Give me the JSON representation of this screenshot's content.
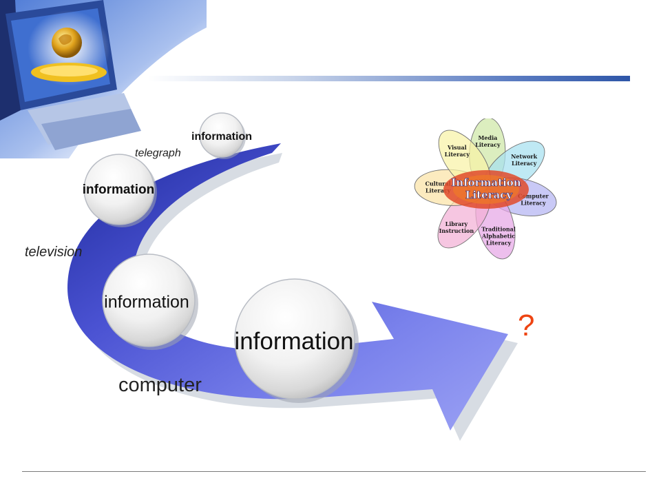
{
  "diagram": {
    "nodes": [
      {
        "id": "c1",
        "label": "information"
      },
      {
        "id": "c2",
        "label": "information"
      },
      {
        "id": "c3",
        "label": "information"
      },
      {
        "id": "c4",
        "label": "information"
      }
    ],
    "media": {
      "telegraph": "telegraph",
      "television": "television",
      "computer": "computer"
    },
    "future": "?"
  },
  "flower": {
    "center_line1": "Information",
    "center_line2": "Literacy",
    "petals": [
      {
        "line1": "Media",
        "line2": "Literacy",
        "color": "#cfe8a6"
      },
      {
        "line1": "Network",
        "line2": "Literacy",
        "color": "#a6e1f0"
      },
      {
        "line1": "Computer",
        "line2": "Literacy",
        "color": "#b4b4f2"
      },
      {
        "line1": "Traditional",
        "line2": "Alphabetic",
        "line3": "Literacy",
        "color": "#e6a6e6"
      },
      {
        "line1": "Library",
        "line2": "Instruction",
        "color": "#f2b0d6"
      },
      {
        "line1": "Cultural",
        "line2": "Literacy",
        "color": "#fbe3a6"
      },
      {
        "line1": "Visual",
        "line2": "Literacy",
        "color": "#f8f2a6"
      }
    ]
  },
  "colors": {
    "arrow": "#5c62dc",
    "header_bar": "#2e56a8",
    "question": "#ee4412"
  }
}
